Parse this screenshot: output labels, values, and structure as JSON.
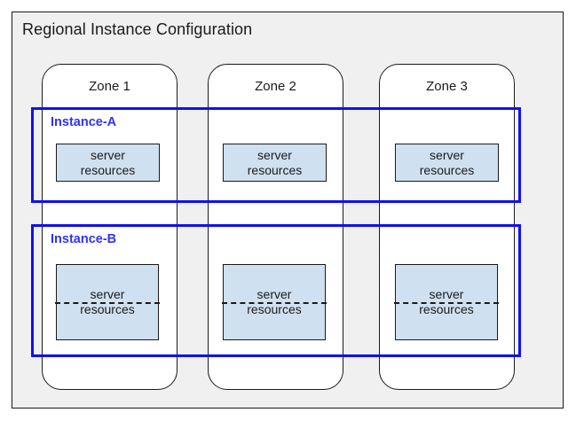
{
  "diagram": {
    "title": "Regional Instance Configuration",
    "background_color": "#f0f0f0",
    "frame_border_color": "#1a1a1a",
    "accent_color": "#1010f0",
    "label_color": "#3333ee",
    "resource_fill_color": "#cfe0f1"
  },
  "zones": [
    {
      "id": "zone-1",
      "label": "Zone 1"
    },
    {
      "id": "zone-2",
      "label": "Zone 2"
    },
    {
      "id": "zone-3",
      "label": "Zone 3"
    }
  ],
  "instances": [
    {
      "id": "instance-a",
      "label": "Instance-A",
      "style": "solid",
      "resources": [
        {
          "line1": "server",
          "line2": "resources"
        },
        {
          "line1": "server",
          "line2": "resources"
        },
        {
          "line1": "server",
          "line2": "resources"
        }
      ]
    },
    {
      "id": "instance-b",
      "label": "Instance-B",
      "style": "split-dashed",
      "resources": [
        {
          "line1": "server",
          "line2": "resources"
        },
        {
          "line1": "server",
          "line2": "resources"
        },
        {
          "line1": "server",
          "line2": "resources"
        }
      ]
    }
  ]
}
